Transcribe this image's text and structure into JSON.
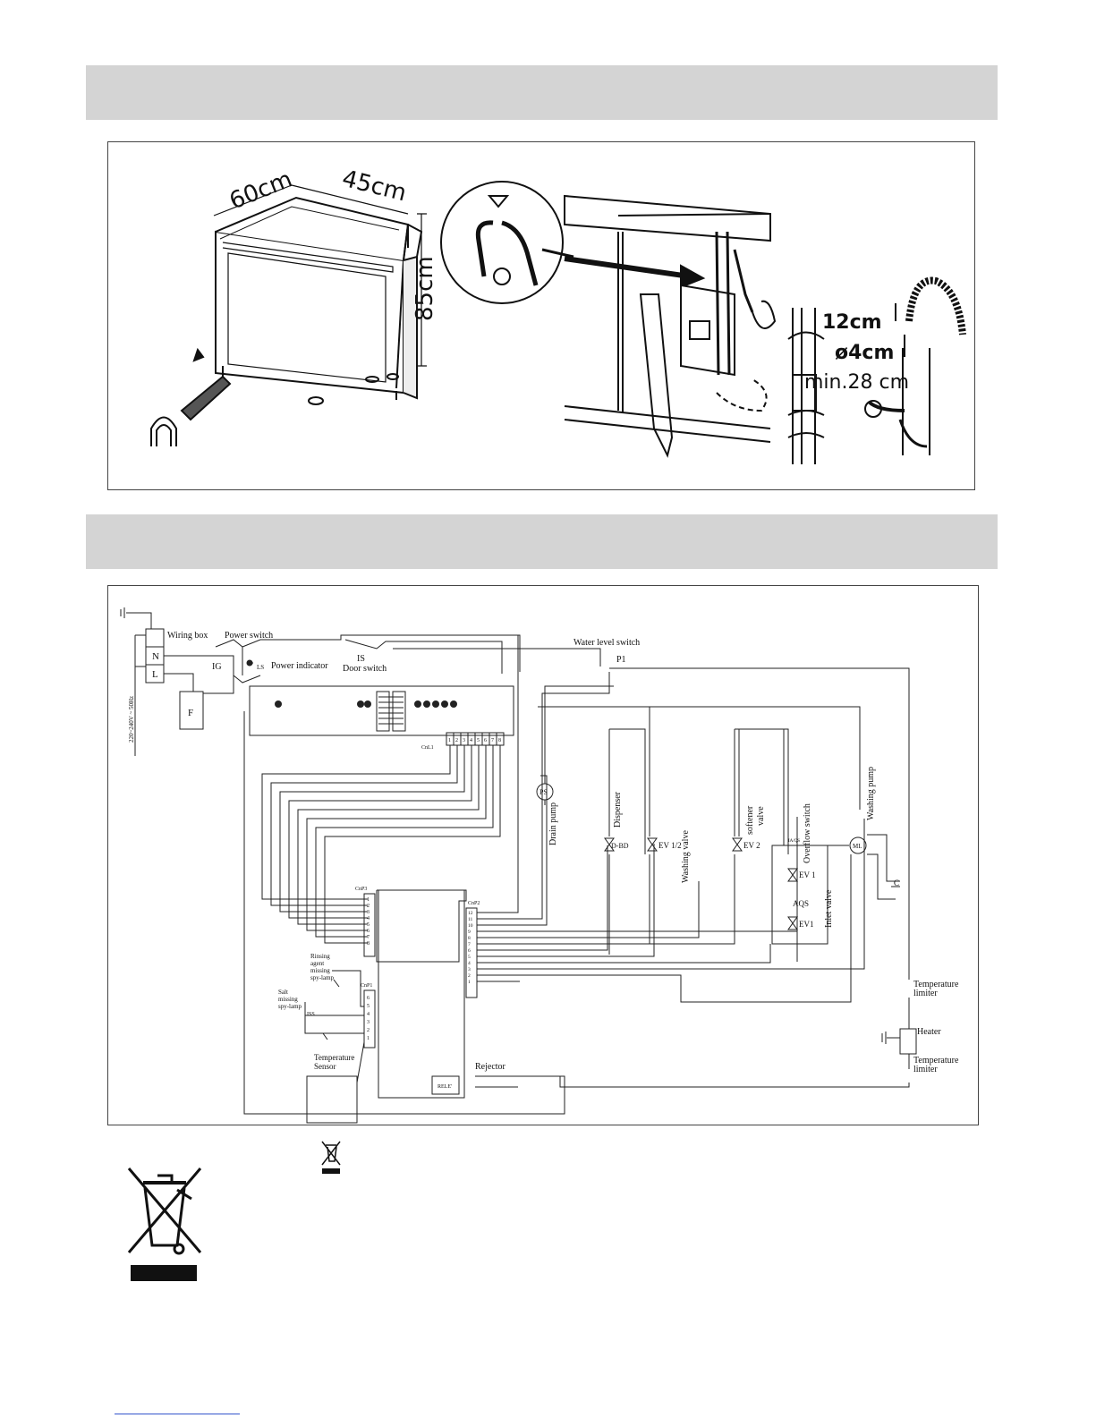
{
  "install": {
    "dim_width": "60cm",
    "dim_depth": "45cm",
    "dim_height": "85cm",
    "dim_hose_height": "12cm",
    "dim_diameter": "ø4cm",
    "dim_min": "min.28 cm"
  },
  "wiring": {
    "wiring_box": "Wiring box",
    "power_switch": "Power switch",
    "power_indicator": "Power indicator",
    "door_switch_code": "IS",
    "door_switch": "Door switch",
    "water_level_switch": "Water level switch",
    "n": "N",
    "l": "L",
    "f": "F",
    "ig": "IG",
    "ls": "LS",
    "voltage": "220~240V ~ 50Hz",
    "p1": "P1",
    "ps": "PS",
    "drain_pump": "Drain pump",
    "dispenser": "Dispenser",
    "d_bd": "D-BD",
    "ev12": "EV 1/2",
    "washing_valve": "Washing valve",
    "softener_valve_1": "softener",
    "softener_valve_2": "valve",
    "ev2": "EV 2",
    "overflow_switch": "Overflow switch",
    "aqs_small": "IA/QS",
    "washing_pump": "Washing pump",
    "ml": "ML",
    "c": "C",
    "ev1": "EV 1",
    "aqs": "AQS",
    "ev1b": "EV1",
    "inlet_valve": "Inlet valve",
    "cnl1": "CnL1",
    "cnp3": "CnP3",
    "cnp2": "CnP2",
    "cnp1": "CnP1",
    "rinsing_1": "Rinsing",
    "rinsing_2": "agent",
    "rinsing_3": "missing",
    "rinsing_4": "spy-lamp",
    "salt_1": "Salt",
    "salt_2": "missing",
    "salt_3": "spy-lamp",
    "iss": "ISS",
    "temp_sensor_1": "Temperature",
    "temp_sensor_2": "Sensor",
    "rejector": "Rejector",
    "rele": "RELE'",
    "temp_limiter_1": "Temperature",
    "temp_limiter_2": "limiter",
    "heater": "Heater",
    "temp_limiter_3": "Temperature",
    "temp_limiter_4": "limiter"
  },
  "connectors": {
    "cnl1_pins": [
      "1",
      "2",
      "3",
      "4",
      "5",
      "6",
      "7",
      "8"
    ],
    "cnp3_pins": [
      "1",
      "2",
      "3",
      "4",
      "5",
      "6",
      "7",
      "8"
    ],
    "cnp2_pins": [
      "12",
      "11",
      "10",
      "9",
      "8",
      "7",
      "6",
      "5",
      "4",
      "3",
      "2",
      "1"
    ],
    "cnp1_pins": [
      "6",
      "5",
      "4",
      "3",
      "2",
      "1"
    ]
  },
  "icons": {
    "weee_large": "crossed-out-wheelie-bin-icon",
    "weee_small": "crossed-out-wheelie-bin-icon"
  }
}
